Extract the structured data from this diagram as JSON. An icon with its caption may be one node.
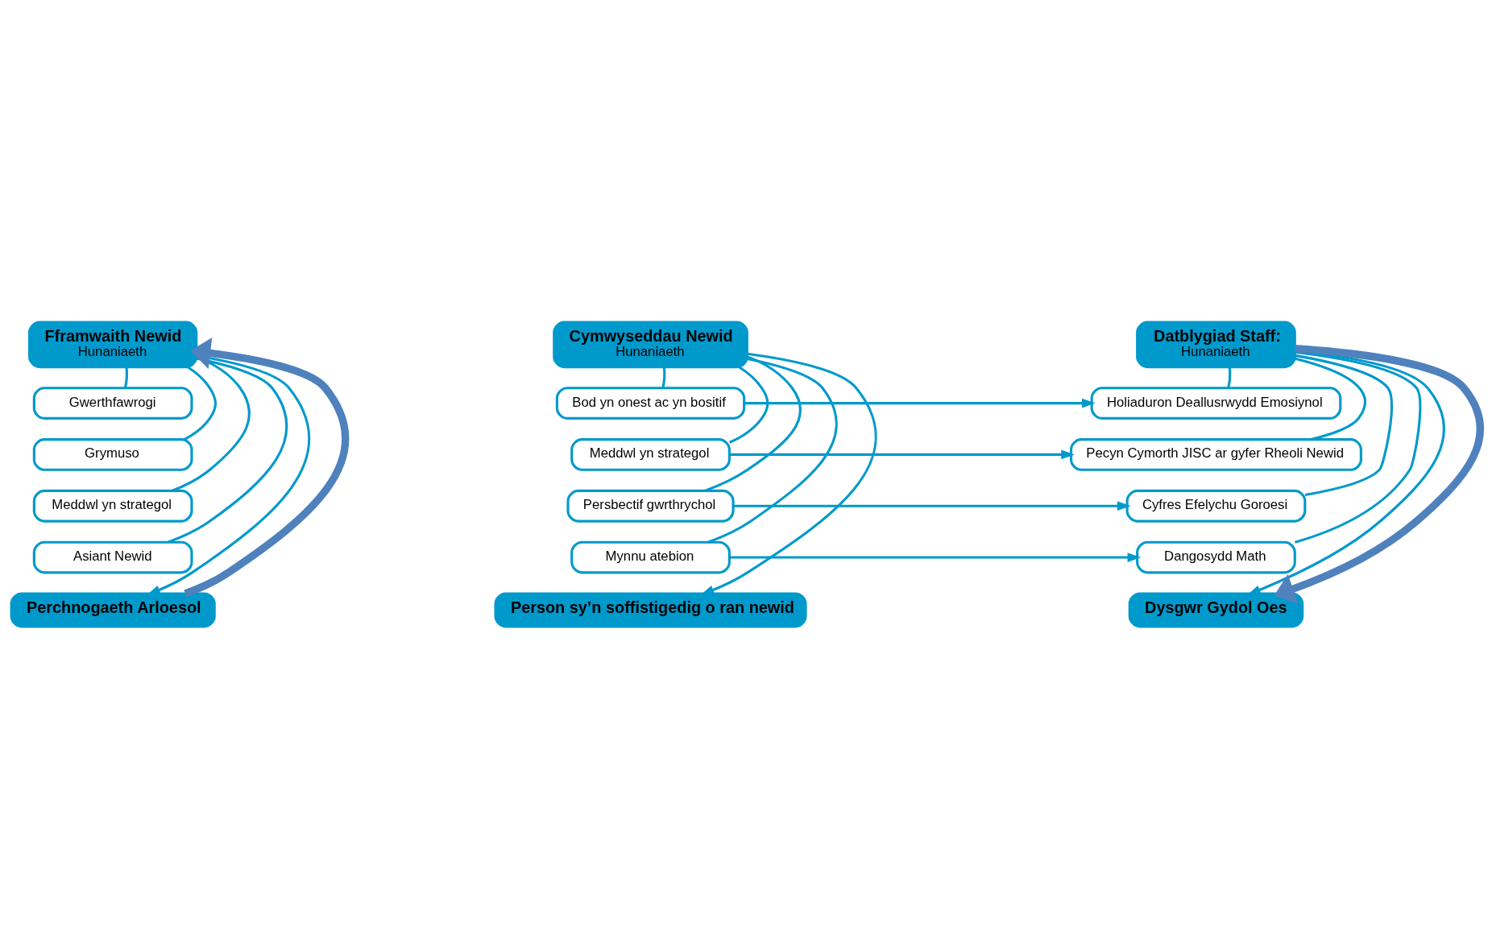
{
  "diagram": {
    "nodes": [
      {
        "text": [
          "Fframwaith Newid",
          "Hunaniaeth"
        ]
      },
      {
        "text": [
          "Gwerthfawrogi"
        ]
      },
      {
        "text": [
          "Grymuso"
        ]
      },
      {
        "text": [
          "Meddwl yn strategol"
        ]
      },
      {
        "text": [
          "Asiant Newid"
        ]
      },
      {
        "text": [
          "Perchnogaeth Arloesol"
        ]
      },
      {
        "text": [
          "Cymwyseddau Newid",
          "Hunaniaeth"
        ]
      },
      {
        "text": [
          "Bod yn onest ac yn bositif"
        ]
      },
      {
        "text": [
          "Meddwl yn strategol"
        ]
      },
      {
        "text": [
          "Persbectif gwrthrychol"
        ]
      },
      {
        "text": [
          "Mynnu atebion"
        ]
      },
      {
        "text": [
          "Person sy’n soffistigedig o ran newid"
        ]
      },
      {
        "text": [
          "Datblygiad Staff:",
          "Hunaniaeth"
        ]
      },
      {
        "text": [
          "Holiaduron Deallusrwydd Emosiynol"
        ]
      },
      {
        "text": [
          "Pecyn Cymorth JISC ar gyfer Rheoli Newid"
        ]
      },
      {
        "text": [
          "Cyfres Efelychu Goroesi"
        ]
      },
      {
        "text": [
          "Dangosydd Math"
        ]
      },
      {
        "text": [
          "Dysgwr Gydol Oes"
        ]
      }
    ],
    "edges": [
      {
        "from": 0,
        "to": 1,
        "arrow": "none"
      },
      {
        "from": 0,
        "to": 2,
        "arrow": "none"
      },
      {
        "from": 0,
        "to": 3,
        "arrow": "none"
      },
      {
        "from": 0,
        "to": 4,
        "arrow": "none"
      },
      {
        "from": 0,
        "to": 5,
        "arrow": "to"
      },
      {
        "from": 6,
        "to": 7,
        "arrow": "none"
      },
      {
        "from": 6,
        "to": 8,
        "arrow": "none"
      },
      {
        "from": 6,
        "to": 9,
        "arrow": "none"
      },
      {
        "from": 6,
        "to": 10,
        "arrow": "none"
      },
      {
        "from": 6,
        "to": 11,
        "arrow": "to"
      },
      {
        "from": 12,
        "to": 13,
        "arrow": "none"
      },
      {
        "from": 12,
        "to": 14,
        "arrow": "none"
      },
      {
        "from": 12,
        "to": 15,
        "arrow": "none"
      },
      {
        "from": 12,
        "to": 16,
        "arrow": "none"
      },
      {
        "from": 12,
        "to": 17,
        "arrow": "to"
      },
      {
        "from": 7,
        "to": 13,
        "arrow": "to"
      },
      {
        "from": 8,
        "to": 14,
        "arrow": "to"
      },
      {
        "from": 9,
        "to": 15,
        "arrow": "to"
      },
      {
        "from": 10,
        "to": 16,
        "arrow": "to"
      },
      {
        "from": 5,
        "to": 0,
        "arrow": "to",
        "style": "thick",
        "color": "#4f81bd"
      },
      {
        "from": 12,
        "to": 17,
        "arrow": "to",
        "style": "thick",
        "color": "#4f81bd"
      }
    ]
  }
}
